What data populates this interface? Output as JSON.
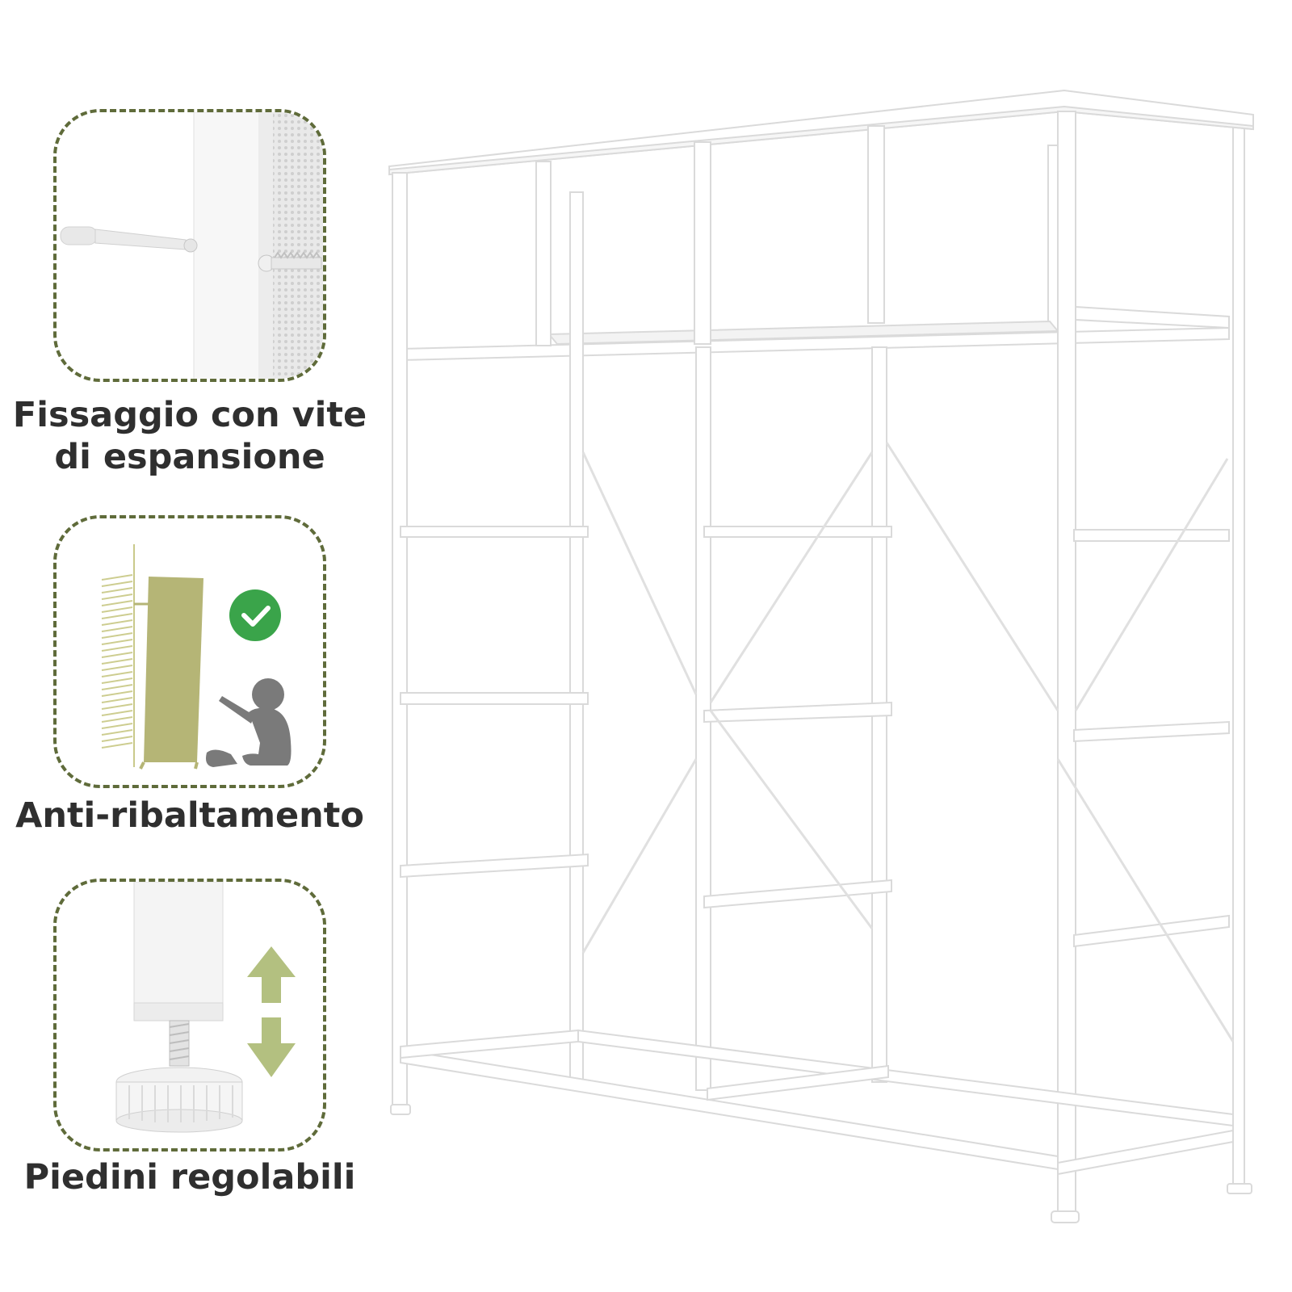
{
  "features": [
    {
      "caption_line1": "Fissaggio con vite",
      "caption_line2": "di espansione",
      "icon": "expansion-screw"
    },
    {
      "caption": "Anti-ribaltamento",
      "icon": "anti-tip",
      "check_color": "#3aa44a"
    },
    {
      "caption": "Piedini regolabili",
      "icon": "adjustable-feet",
      "arrow_color": "#a6b56a"
    }
  ],
  "colors": {
    "border": "#5f6b3a",
    "text": "#2f2f2f",
    "furniture": "#ffffff",
    "accent_green": "#3aa44a",
    "olive": "#b5b576"
  }
}
